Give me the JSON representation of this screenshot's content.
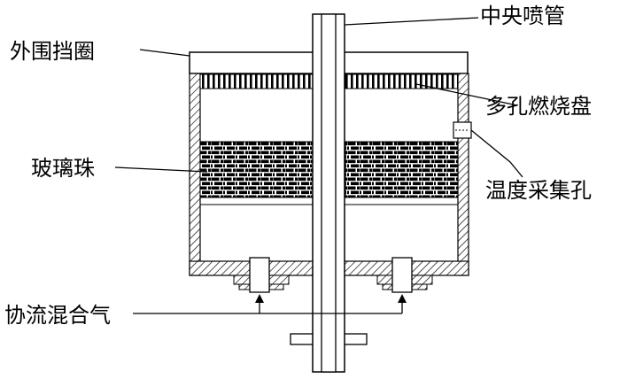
{
  "labels": {
    "central_nozzle": "中央喷管",
    "outer_ring": "外围挡圈",
    "porous_plate": "多孔燃烧盘",
    "glass_beads": "玻璃珠",
    "temperature_port": "温度采集孔",
    "coflow_gas": "协流混合气"
  },
  "colors": {
    "stroke": "#000000",
    "hatch": "#000000",
    "background": "#ffffff"
  }
}
